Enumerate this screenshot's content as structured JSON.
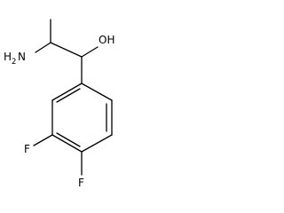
{
  "molecule": {
    "labels": {
      "amine_h": "H",
      "amine_sub": "2",
      "amine_n": "N",
      "hydroxyl": "OH",
      "fluorine_meta": "F",
      "fluorine_para": "F"
    },
    "colors": {
      "bond": "#000000",
      "label": "#000000",
      "background": "#ffffff"
    }
  }
}
